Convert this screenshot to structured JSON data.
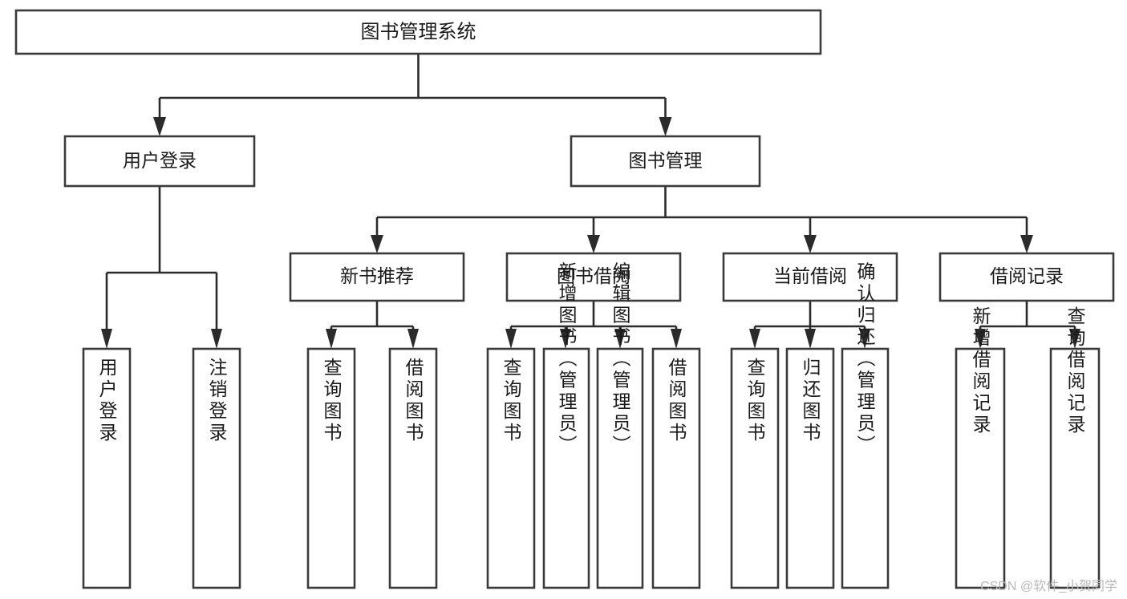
{
  "diagram": {
    "title": "图书管理系统",
    "type": "tree-hierarchy-chart",
    "orientation": "top-down",
    "colors": {
      "box_fill": "#ffffff",
      "box_stroke": "#3a3a3a",
      "connector": "#2b2b2b",
      "text": "#1a1a1a",
      "background": "#ffffff",
      "watermark": "#b9b9b9"
    }
  },
  "root": {
    "label": "图书管理系统"
  },
  "level2": [
    {
      "label": "用户登录"
    },
    {
      "label": "图书管理"
    }
  ],
  "level3": [
    {
      "label": "新书推荐"
    },
    {
      "label": "图书借阅"
    },
    {
      "label": "当前借阅"
    },
    {
      "label": "借阅记录"
    }
  ],
  "leaves": {
    "user_login": [
      {
        "label": "用户登录"
      },
      {
        "label": "注销登录"
      }
    ],
    "new_book_recommend": [
      {
        "label": "查询图书"
      },
      {
        "label": "借阅图书"
      }
    ],
    "book_borrow": [
      {
        "label": "查询图书"
      },
      {
        "label": "新增图书（管理员）"
      },
      {
        "label": "编辑图书（管理员）"
      },
      {
        "label": "借阅图书"
      }
    ],
    "current_borrow": [
      {
        "label": "查询图书"
      },
      {
        "label": "归还图书"
      },
      {
        "label": "确认归还（管理员）"
      }
    ],
    "borrow_records": [
      {
        "label": "新增借阅记录"
      },
      {
        "label": "查询借阅记录"
      }
    ]
  },
  "watermark": {
    "text": "CSDN @软件_小贺同学"
  }
}
